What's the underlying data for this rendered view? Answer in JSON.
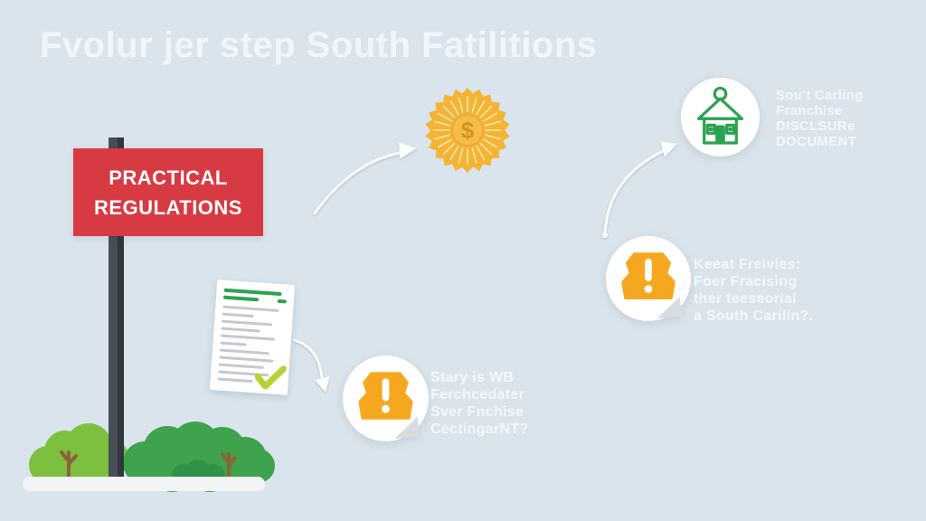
{
  "title": {
    "text": "Fvolur jer step South Fatilitions"
  },
  "sign": {
    "lines": [
      "PRACTICAL",
      "REGULATIONS"
    ]
  },
  "nodes": {
    "coin": {
      "symbol": "$"
    },
    "house": {
      "lines": [
        "Sou't Carling",
        "Franchise",
        "DISCLSURe",
        "DOCUMENT"
      ]
    },
    "warning_mid": {
      "lines": [
        "Keeat Freivies:",
        "Foer Fracising",
        "ther teeseorial",
        "a South Carilin?."
      ]
    },
    "warning_bottom": {
      "lines": [
        "Stary is WB",
        "Ferchcedater",
        "Sver Fnchise",
        "CectingarNT?"
      ]
    }
  },
  "icons": {
    "coin": "dollar-starburst-icon",
    "house": "house-icon",
    "warning_mid": "warning-badge-icon",
    "warning_bottom": "warning-badge-icon",
    "document": "document-checkmark-icon",
    "arrows": "curved-arrow-icon"
  },
  "colors": {
    "background": "#d9e4ec",
    "title_text": "#f0f7fa",
    "sign_red": "#d83a43",
    "sign_text": "#ffffff",
    "pole_gray": "#3c434b",
    "bush_light": "#7dbf3f",
    "bush_dark": "#3fa34d",
    "bush_darker": "#2e9247",
    "twig_brown": "#8d6239",
    "ground_light": "#f2f4f6",
    "coin_gold": "#f4b434",
    "coin_center": "#f5bc48",
    "coin_symbol": "#d3941f",
    "house_green": "#2ba24f",
    "warning_orange": "#f5a81f",
    "check_green": "#b5d334",
    "doc_green": "#2fa24f",
    "doc_gray": "#b6bcc2",
    "label_text": "#fbfdfe",
    "arrow_white": "#fbfdfe"
  }
}
